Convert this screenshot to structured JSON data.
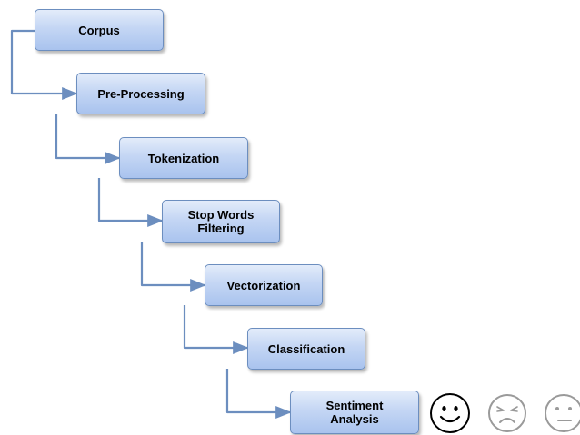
{
  "diagram": {
    "steps": [
      {
        "id": "corpus",
        "label": "Corpus"
      },
      {
        "id": "pre-processing",
        "label": "Pre-Processing"
      },
      {
        "id": "tokenization",
        "label": "Tokenization"
      },
      {
        "id": "stop-words-filtering",
        "label": "Stop Words\nFiltering"
      },
      {
        "id": "vectorization",
        "label": "Vectorization"
      },
      {
        "id": "classification",
        "label": "Classification"
      },
      {
        "id": "sentiment-analysis",
        "label": "Sentiment\nAnalysis"
      }
    ],
    "connector_color": "#6c8ebf",
    "outputs": [
      {
        "icon": "happy-face-icon",
        "color": "#000000"
      },
      {
        "icon": "angry-face-icon",
        "color": "#9a9a9a"
      },
      {
        "icon": "neutral-face-icon",
        "color": "#9a9a9a"
      }
    ]
  }
}
